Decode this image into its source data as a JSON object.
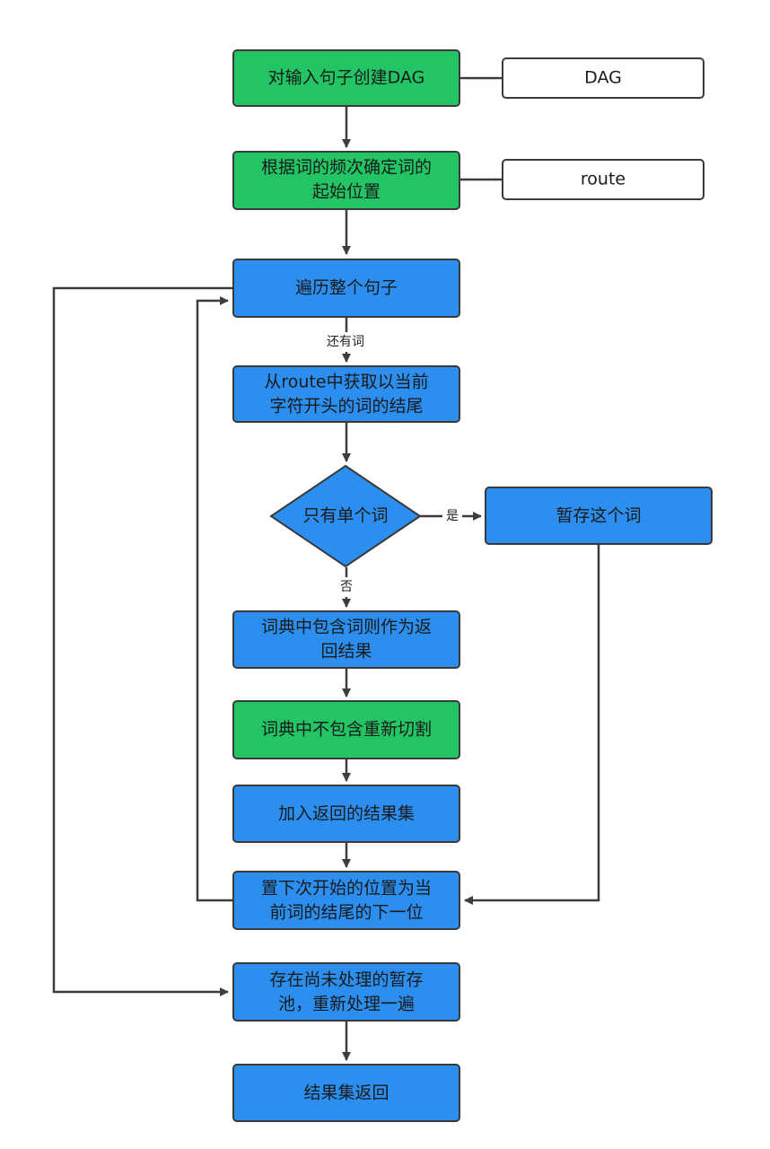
{
  "colors": {
    "green": "#22c463",
    "blue": "#2c8ff0",
    "white": "#ffffff",
    "stroke": "#3a3a3a",
    "arrow": "#3d3d3d"
  },
  "nodes": {
    "create_dag": {
      "line1": "对输入句子创建DAG",
      "line2": ""
    },
    "dag_output": {
      "line1": "DAG",
      "line2": ""
    },
    "route_by_freq": {
      "line1": "根据词的频次确定词的",
      "line2": "起始位置"
    },
    "route_output": {
      "line1": "route",
      "line2": ""
    },
    "traverse": {
      "line1": "遍历整个句子",
      "line2": ""
    },
    "get_word_end": {
      "line1": "从route中获取以当前",
      "line2": "字符开头的词的结尾"
    },
    "single_word_decision": {
      "line1": "只有单个词",
      "line2": ""
    },
    "cache_word": {
      "line1": "暂存这个词",
      "line2": ""
    },
    "dict_contains": {
      "line1": "词典中包含词则作为返",
      "line2": "回结果"
    },
    "dict_not_contains": {
      "line1": "词典中不包含重新切割",
      "line2": ""
    },
    "add_result": {
      "line1": "加入返回的结果集",
      "line2": ""
    },
    "set_next_start": {
      "line1": "置下次开始的位置为当",
      "line2": "前词的结尾的下一位"
    },
    "process_cache": {
      "line1": "存在尚未处理的暂存",
      "line2": "池，重新处理一遍"
    },
    "return_result": {
      "line1": "结果集返回",
      "line2": ""
    }
  },
  "edge_labels": {
    "has_more": "还有词",
    "yes": "是",
    "no": "否"
  }
}
